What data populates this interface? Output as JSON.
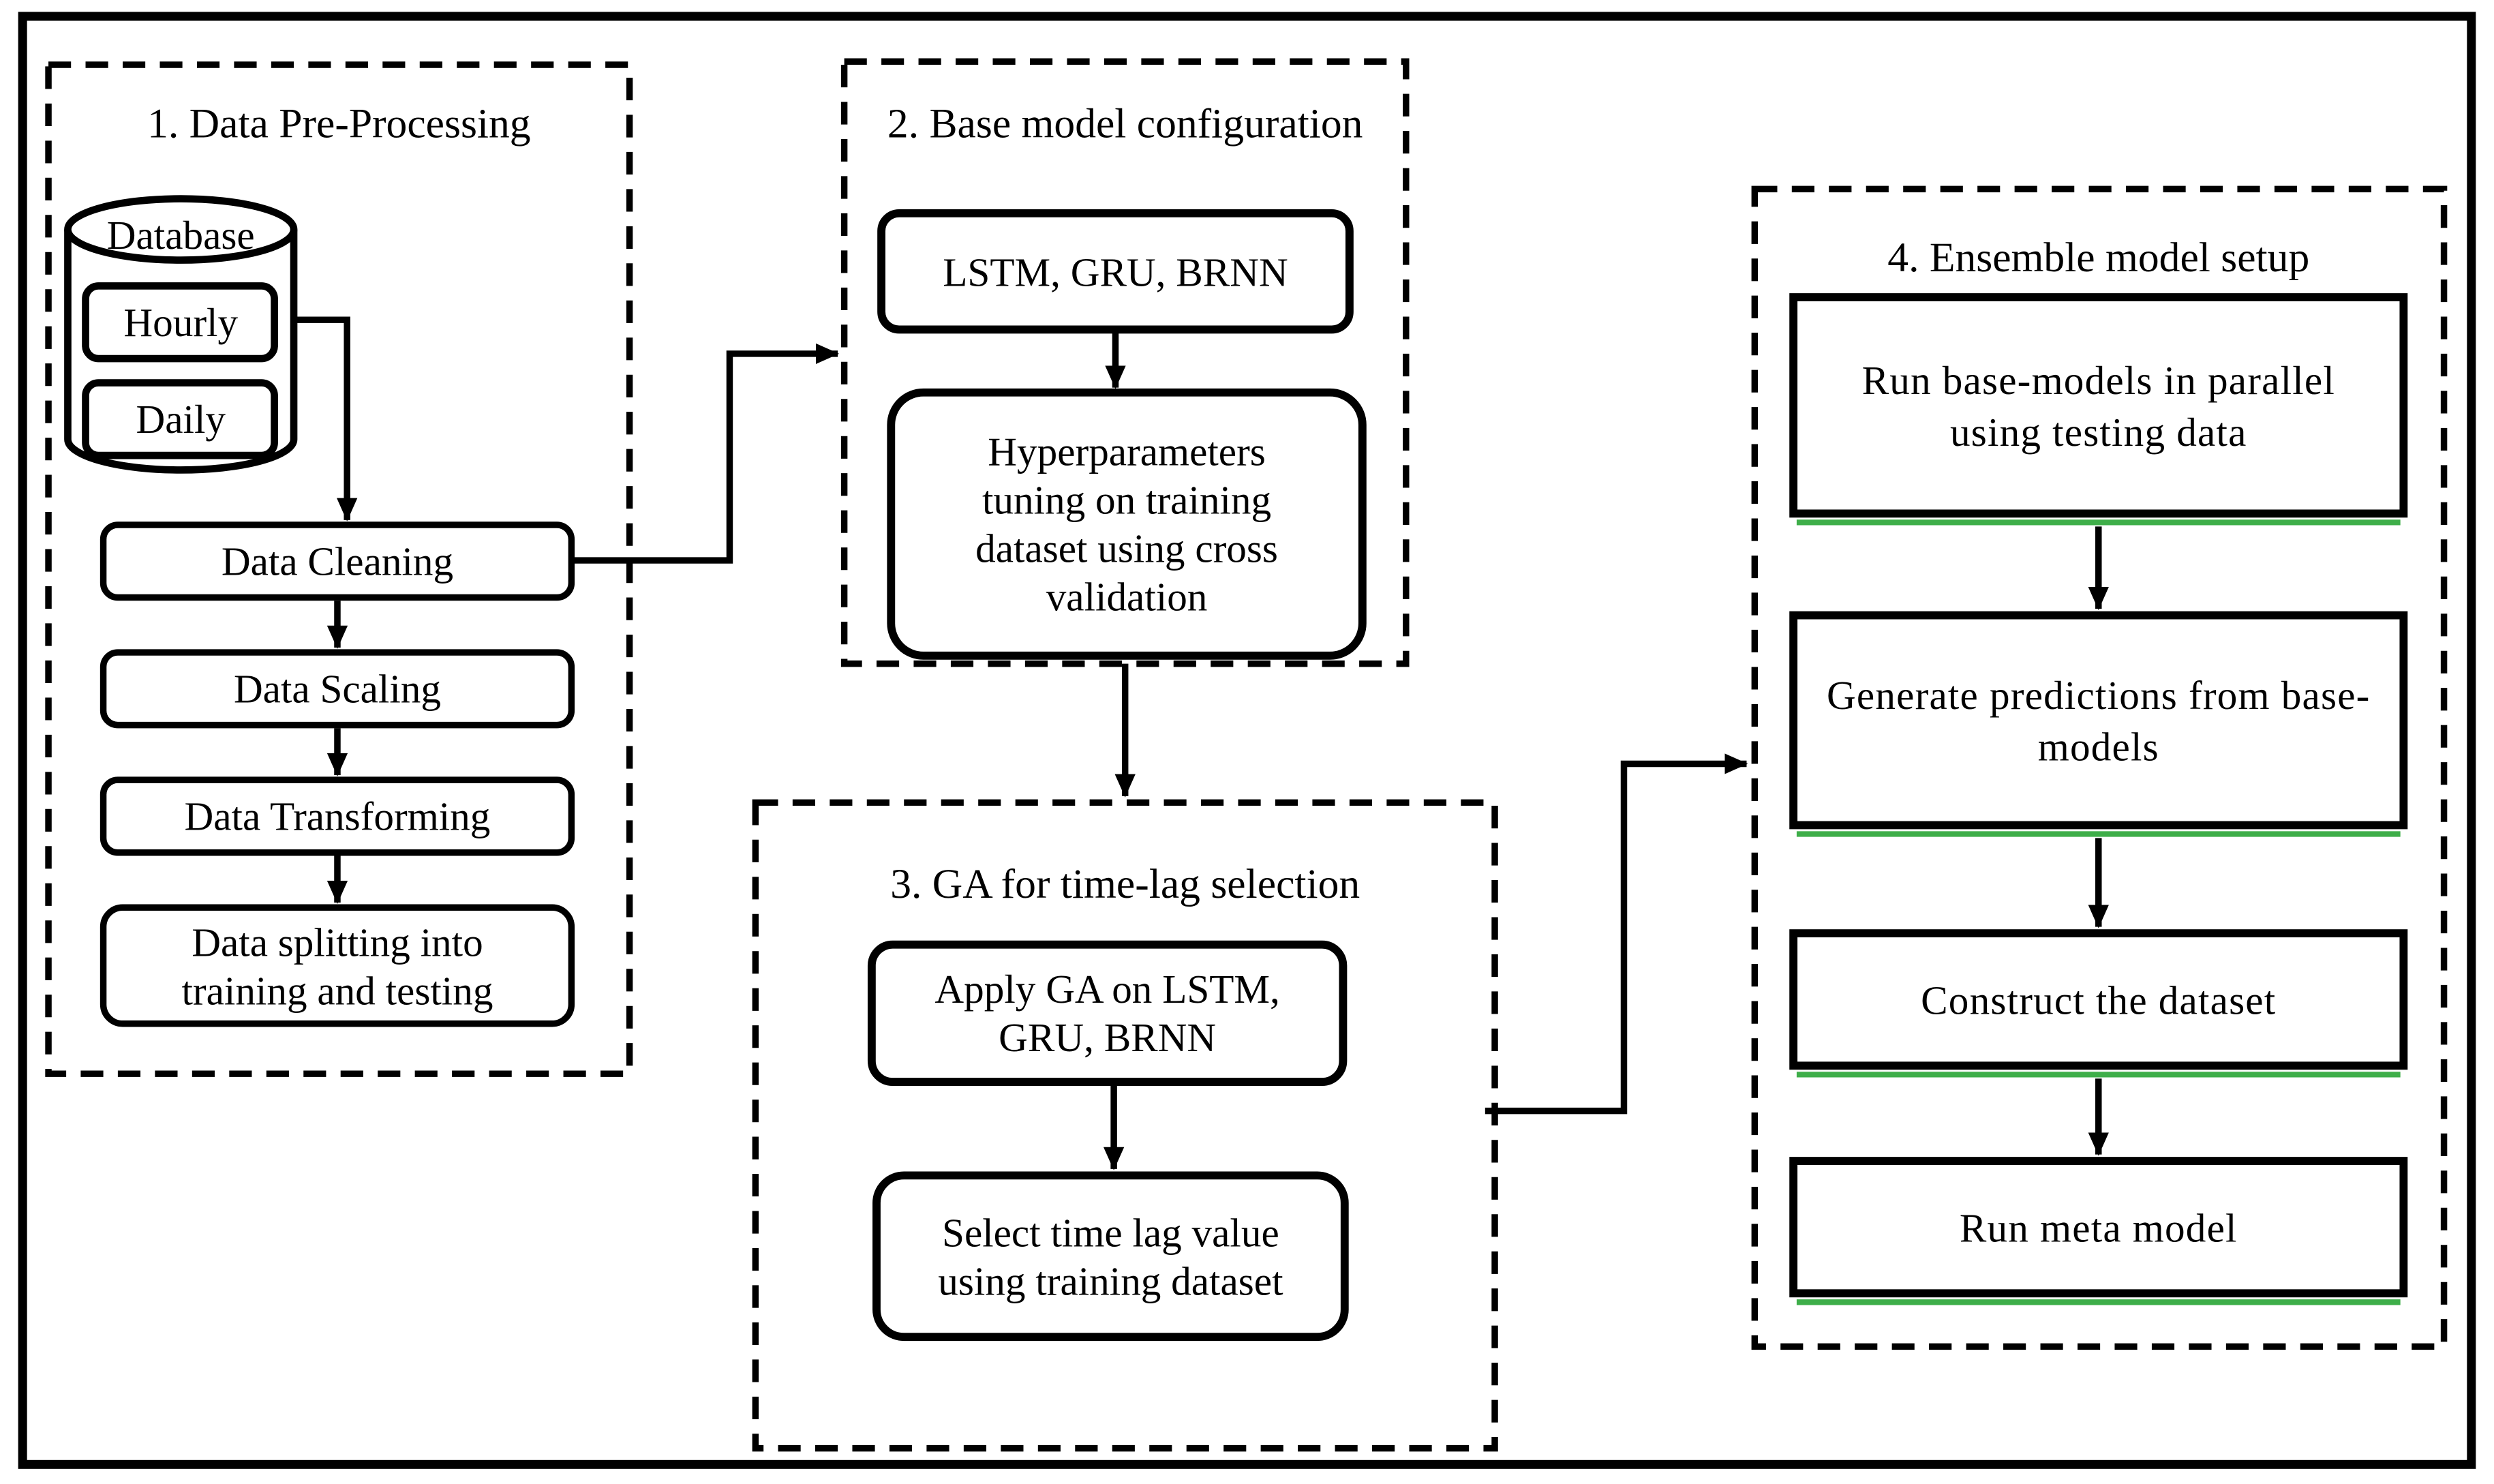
{
  "figure": {
    "type": "flowchart",
    "background": "#ffffff",
    "line_color": "#000000",
    "accent_green": "#3eae49"
  },
  "s1": {
    "title": "1. Data Pre-Processing",
    "db_label": "Database",
    "hourly": "Hourly",
    "daily": "Daily",
    "cleaning": "Data Cleaning",
    "scaling": "Data Scaling",
    "transforming": "Data Transforming",
    "splitting_l1": "Data splitting into",
    "splitting_l2": "training and testing"
  },
  "s2": {
    "title": "2. Base model configuration",
    "models": "LSTM, GRU, BRNN",
    "hyper_l1": "Hyperparameters",
    "hyper_l2": "tuning on training",
    "hyper_l3": "dataset using cross",
    "hyper_l4": "validation"
  },
  "s3": {
    "title": "3. GA for time-lag selection",
    "apply_l1": "Apply GA on LSTM,",
    "apply_l2": "GRU, BRNN",
    "select_l1": "Select time lag value",
    "select_l2": "using training dataset"
  },
  "s4": {
    "title": "4. Ensemble model setup",
    "run_l1": "Run base-models in parallel",
    "run_l2": "using testing data",
    "gen_l1": "Generate predictions from base-",
    "gen_l2": "models",
    "construct": "Construct the dataset",
    "meta": "Run meta model"
  },
  "edges": [
    "Database (Hourly) -> Data Cleaning",
    "Data Cleaning -> Data Scaling",
    "Data Scaling -> Data Transforming",
    "Data Transforming -> Data splitting into training and testing",
    "Data Cleaning -> 2. Base model configuration",
    "LSTM, GRU, BRNN -> Hyperparameters tuning on training dataset using cross validation",
    "2. Base model configuration -> 3. GA for time-lag selection",
    "Apply GA on LSTM, GRU, BRNN -> Select time lag value using training dataset",
    "3. GA for time-lag selection -> Generate predictions from base-models",
    "Run base-models in parallel using testing data -> Generate predictions from base-models",
    "Generate predictions from base-models -> Construct the dataset",
    "Construct the dataset -> Run meta model"
  ]
}
